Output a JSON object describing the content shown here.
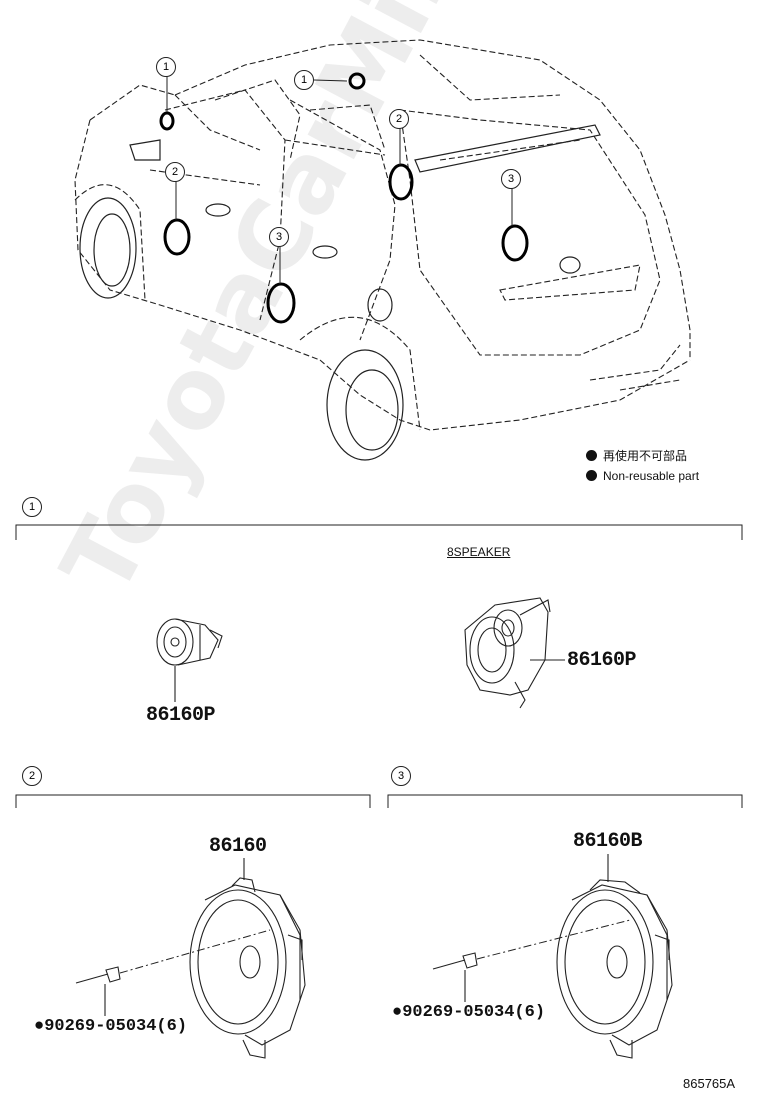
{
  "legend": {
    "line1": "再使用不可部品",
    "line2": "Non-reusable part"
  },
  "callouts": {
    "one": "1",
    "two": "2",
    "three": "3"
  },
  "section1": {
    "marker": "1",
    "sub_label": "8SPEAKER",
    "part_left": "86160P",
    "part_right": "86160P"
  },
  "section2": {
    "marker": "2",
    "part_speaker": "86160",
    "part_screw": "●90269-05034(6)"
  },
  "section3": {
    "marker": "3",
    "part_speaker": "86160B",
    "part_screw": "●90269-05034(6)"
  },
  "diagram_id": "865765A",
  "watermark": "ToyotaCarMine.ru"
}
